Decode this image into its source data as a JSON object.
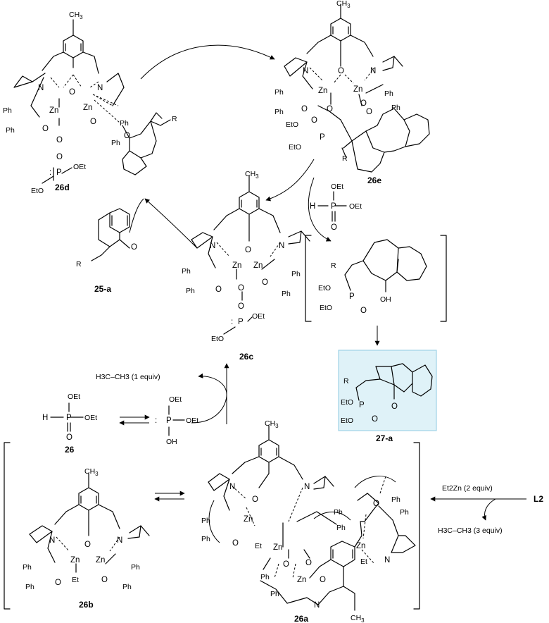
{
  "species": {
    "c26d": "26d",
    "c26e": "26e",
    "c26c": "26c",
    "c25a": "25-a",
    "c27a": "27-a",
    "c26": "26",
    "c26b": "26b",
    "c26a": "26a",
    "ligand": "L2"
  },
  "atoms": {
    "ch3": "CH",
    "ch3_sub": "3",
    "zn": "Zn",
    "n": "N",
    "o": "O",
    "p": "P",
    "h": "H",
    "ph": "Ph",
    "eto": "EtO",
    "oet": "OEt",
    "et": "Et",
    "r": "R",
    "oh": "OH",
    "colon": ":"
  },
  "reagents": {
    "ethane_1": "H3C–CH3  (1 equiv)",
    "ethane_3": "H3C–CH3   (3 equiv)",
    "et2zn": "Et2Zn (2 equiv)"
  },
  "colors": {
    "highlight_fill": "#dff2f8",
    "highlight_border": "#9fd3e6",
    "ink": "#000000"
  }
}
